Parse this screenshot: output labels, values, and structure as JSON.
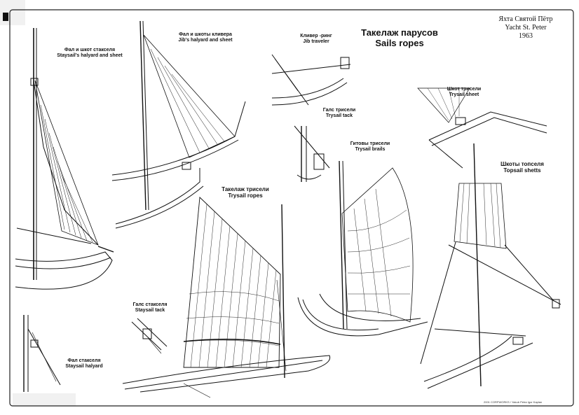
{
  "title": {
    "ru": "Такелаж парусов",
    "en": "Sails ropes"
  },
  "yacht": {
    "ru": "Яхта Святой Пётр",
    "en": "Yacht St. Peter",
    "year": "1963"
  },
  "labels": {
    "staysail_halyard_sheet": {
      "ru": "Фал и шкот стакселя",
      "en": "Staysail's halyard and sheet"
    },
    "jib_halyard_sheet": {
      "ru": "Фал и шкоты кливера",
      "en": "Jib's halyard and sheet"
    },
    "jib_traveler": {
      "ru": "Кливер -ринг",
      "en": "Jib traveler"
    },
    "trysail_sheet": {
      "ru": "Шкот трисели",
      "en": "Trysail sheet"
    },
    "trysail_tack": {
      "ru": "Галс трисели",
      "en": "Trysail tack"
    },
    "trysail_brails": {
      "ru": "Гитовы трисели",
      "en": "Trysail brails"
    },
    "topsail_sheets": {
      "ru": "Шкоты топселя",
      "en": "Topsail shetts"
    },
    "trysail_ropes": {
      "ru": "Такелаж трисели",
      "en": "Trysail ropes"
    },
    "staysail_tack": {
      "ru": "Галс стакселя",
      "en": "Staysail tack"
    },
    "staysail_halyard": {
      "ru": "Фал стакселя",
      "en": "Staysail halyard"
    }
  },
  "footer": "2001 CORPWORKS / Yakub Petra Igor Kaplan"
}
